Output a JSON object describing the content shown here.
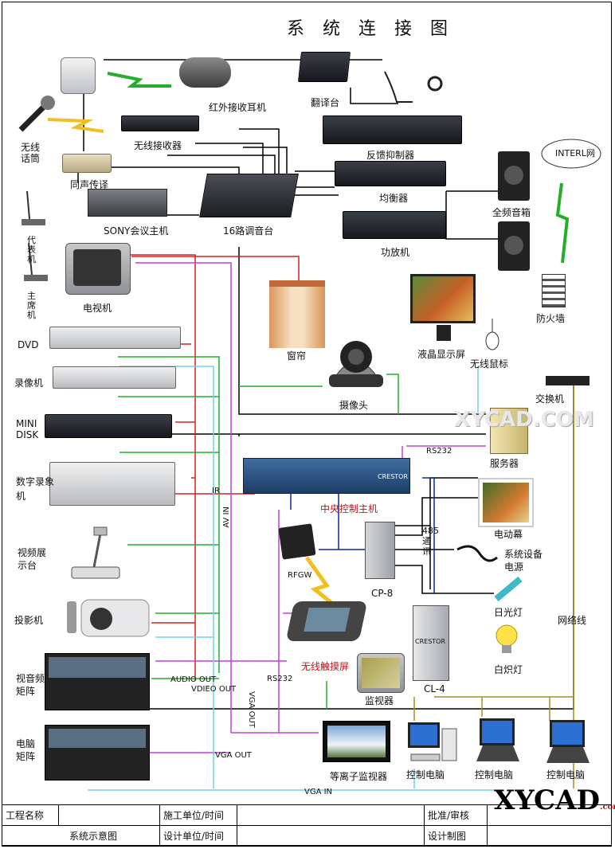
{
  "title": "系 统 连 接 图",
  "devices": {
    "wireless_mic": "无线话筒",
    "ir_earphone": "红外接收耳机",
    "interpreter": "翻译台",
    "wireless_receiver": "无线接收器",
    "feedback_suppressor": "反馈抑制器",
    "simul_interp": "同声传译",
    "equalizer": "均衡器",
    "full_speaker": "全频音箱",
    "internet": "INTERL网",
    "sony_host": "SONY会议主机",
    "mixer": "16路调音台",
    "amplifier": "功放机",
    "delegate_unit": "代表机",
    "chairman_unit": "主席机",
    "tv": "电视机",
    "firewall": "防火墙",
    "curtain": "窗帘",
    "lcd": "液晶显示屏",
    "wireless_mouse": "无线鼠标",
    "dvd": "DVD",
    "vcr": "录像机",
    "camera": "摄像头",
    "switch": "交换机",
    "minidisk": "MINI DISK",
    "server": "服务器",
    "digital_vcr": "数字录象机",
    "central_ctrl": "中央控制主机",
    "electric_screen": "电动幕",
    "visualizer": "视频展示台",
    "rfgw": "RFGW",
    "system_power": "系统设备电源",
    "cp8": "CP-8",
    "fluorescent": "日光灯",
    "projector": "投影机",
    "network_line": "网络线",
    "incandescent": "白炽灯",
    "wireless_touch": "无线触摸屏",
    "av_matrix": "视音频矩阵",
    "monitor": "监视器",
    "cl4": "CL-4",
    "pc_matrix": "电脑矩阵",
    "plasma": "等离子监视器",
    "ctrl_pc_1": "控制电脑",
    "ctrl_pc_2": "控制电脑",
    "ctrl_pc_3": "控制电脑"
  },
  "brand": "CRESTOR",
  "wire_labels": {
    "rs232_top": "RS232",
    "ir": "IR",
    "av_in": "AV IN",
    "rs485": "485通讯",
    "audio_out": "AUDIO OUT",
    "video_out": "VDIEO OUT",
    "rs232_bottom": "RS232",
    "vga_out_v": "VGA OUT",
    "vga_out_h": "VGA OUT",
    "vga_in": "VGA IN"
  },
  "watermark": "XYCAD.COM",
  "logo": "XYCAD",
  "logo_suffix": ".com",
  "title_block": {
    "project_name": "工程名称",
    "construction_unit": "施工单位/时间",
    "approval": "批准/审核",
    "drawing_name": "系统示意图",
    "design_unit": "设计单位/时间",
    "design_drawing": "设计制图"
  },
  "colors": {
    "red": "#d62020",
    "green": "#22b02a",
    "black": "#000000",
    "purple": "#c040d8",
    "cyan": "#6fd0f0",
    "navy": "#0a2a90",
    "olive": "#a09020"
  }
}
